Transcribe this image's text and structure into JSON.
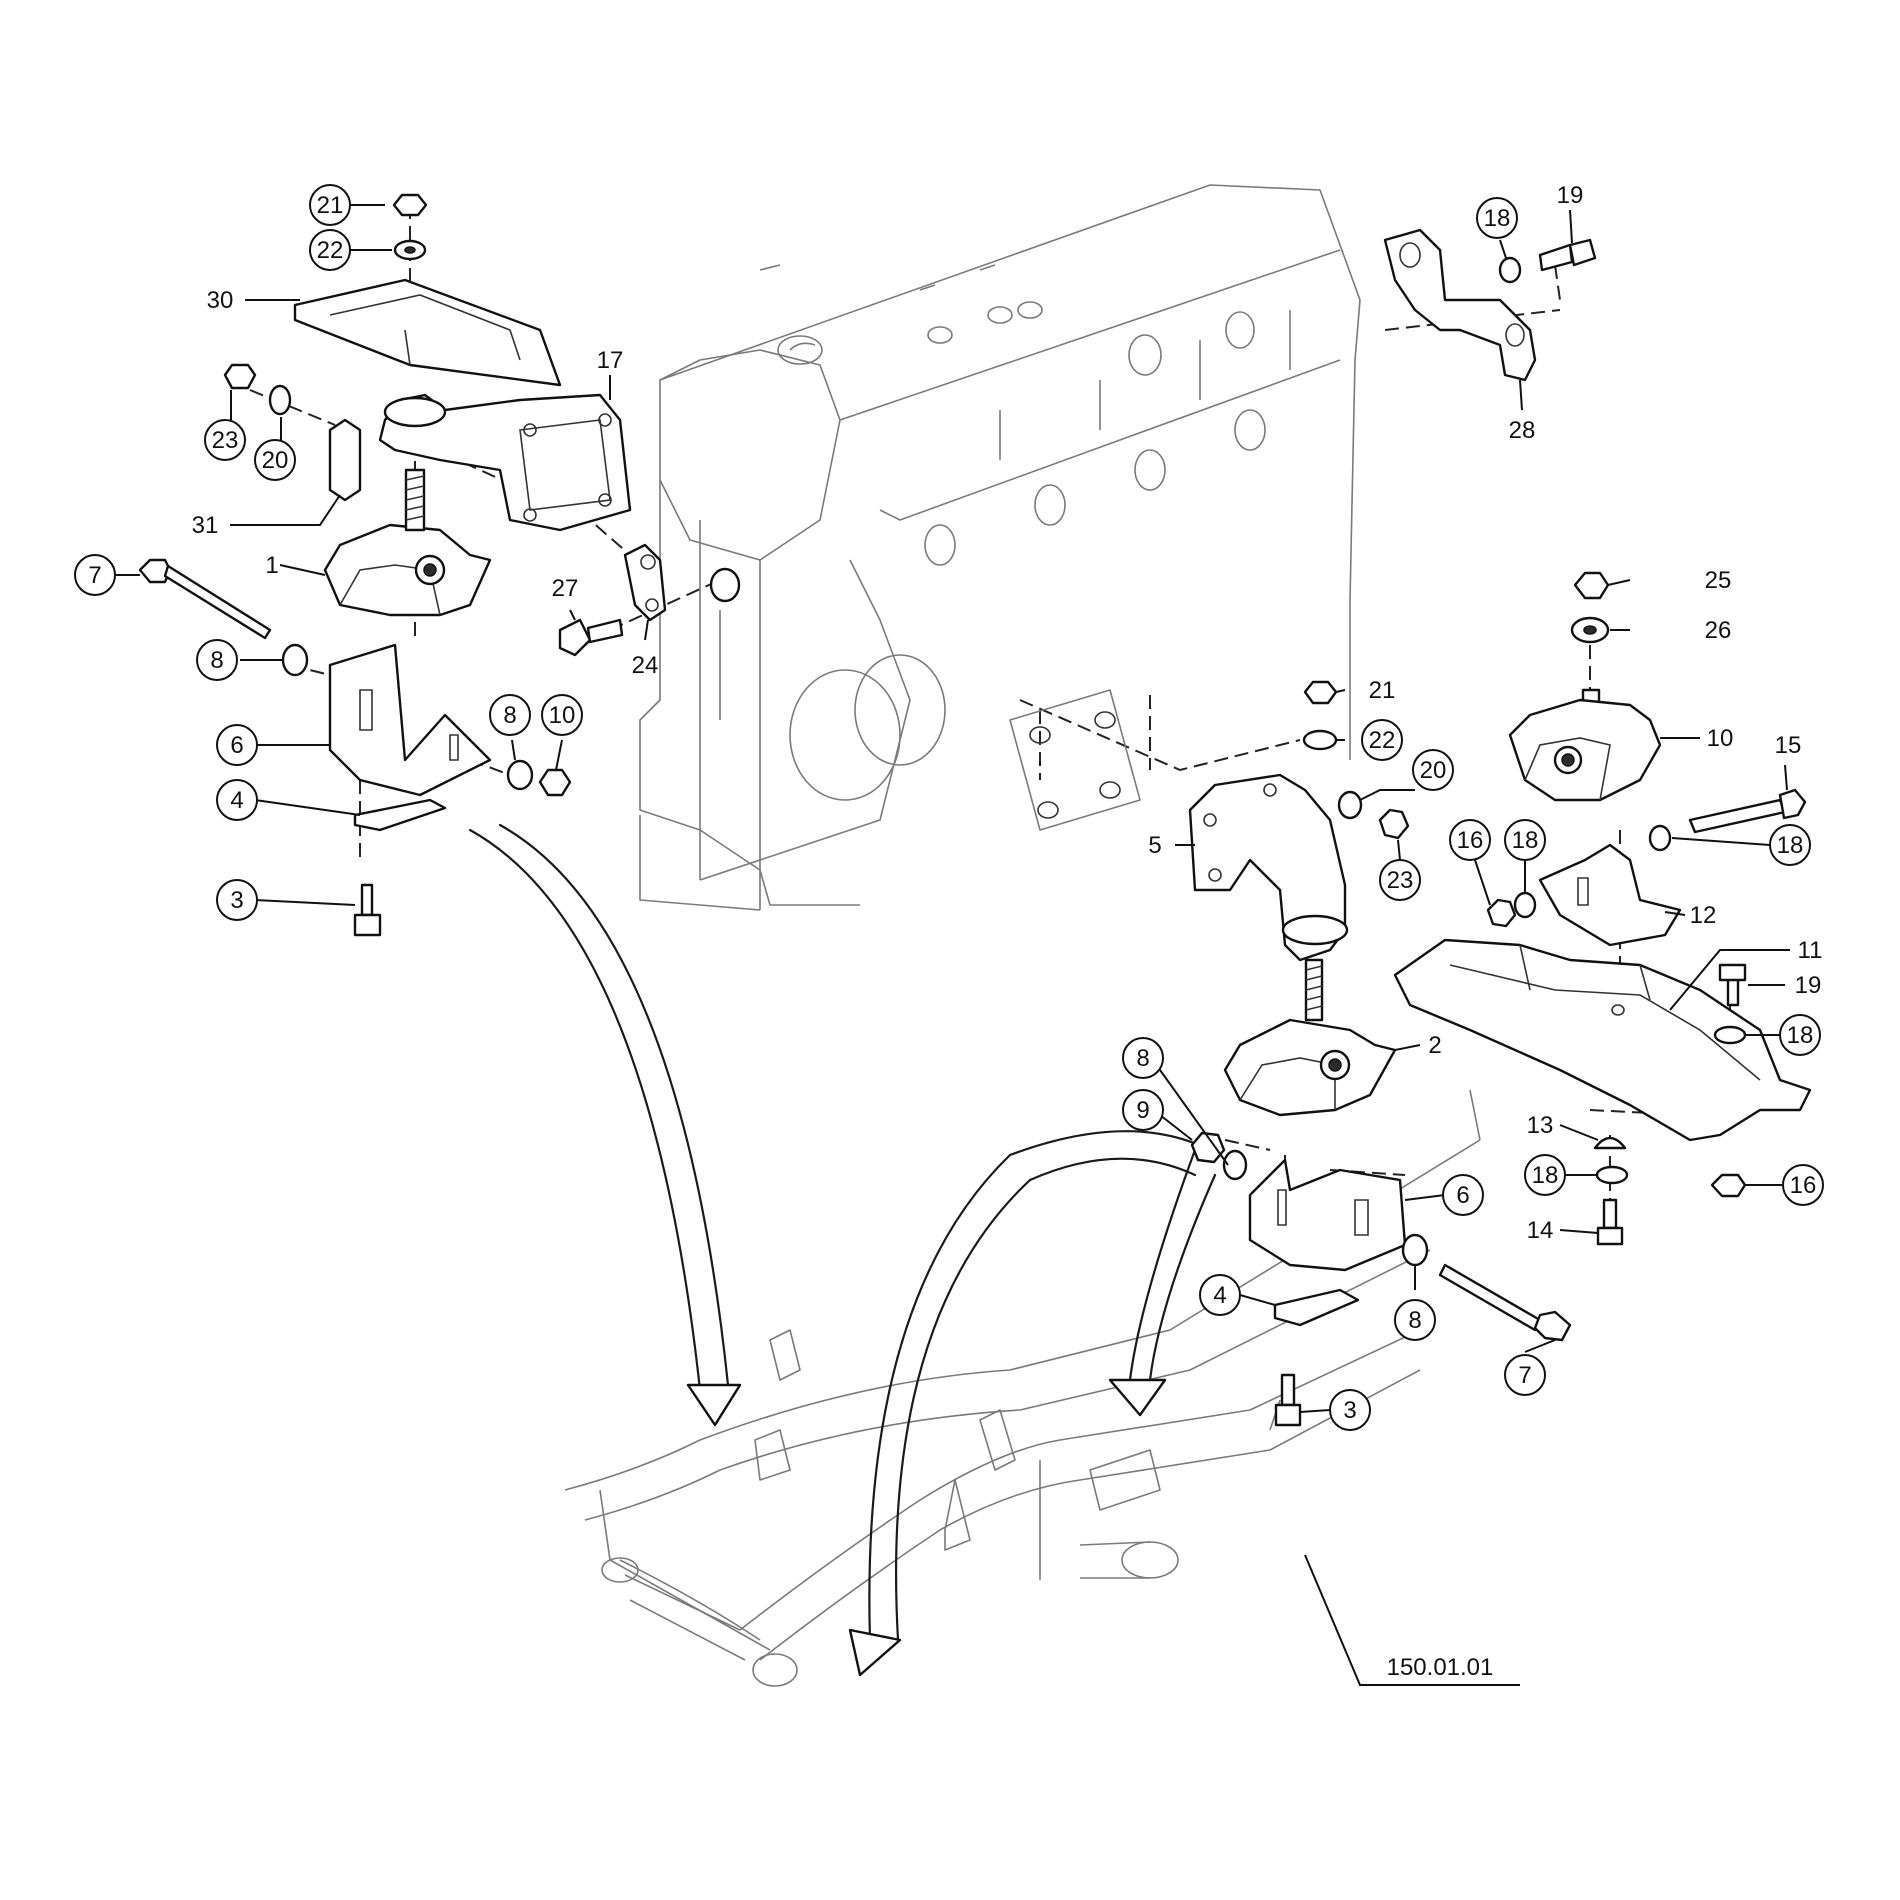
{
  "reference": "150.01.01",
  "callouts": [
    {
      "id": "c21a",
      "text": "21",
      "circled": true
    },
    {
      "id": "c22a",
      "text": "22",
      "circled": true
    },
    {
      "id": "c30",
      "text": "30",
      "circled": false
    },
    {
      "id": "c17",
      "text": "17",
      "circled": false
    },
    {
      "id": "c23a",
      "text": "23",
      "circled": true
    },
    {
      "id": "c20a",
      "text": "20",
      "circled": true
    },
    {
      "id": "c31",
      "text": "31",
      "circled": false
    },
    {
      "id": "c1",
      "text": "1",
      "circled": false
    },
    {
      "id": "c7a",
      "text": "7",
      "circled": true
    },
    {
      "id": "c8a",
      "text": "8",
      "circled": true
    },
    {
      "id": "c6a",
      "text": "6",
      "circled": true
    },
    {
      "id": "c8b",
      "text": "8",
      "circled": true
    },
    {
      "id": "c10a",
      "text": "10",
      "circled": true
    },
    {
      "id": "c4a",
      "text": "4",
      "circled": true
    },
    {
      "id": "c3a",
      "text": "3",
      "circled": true
    },
    {
      "id": "c27",
      "text": "27",
      "circled": false
    },
    {
      "id": "c24",
      "text": "24",
      "circled": false
    },
    {
      "id": "c18a",
      "text": "18",
      "circled": true
    },
    {
      "id": "c19a",
      "text": "19",
      "circled": false
    },
    {
      "id": "c28",
      "text": "28",
      "circled": false
    },
    {
      "id": "c25",
      "text": "25",
      "circled": false
    },
    {
      "id": "c26",
      "text": "26",
      "circled": false
    },
    {
      "id": "c21b",
      "text": "21",
      "circled": false
    },
    {
      "id": "c22b",
      "text": "22",
      "circled": true
    },
    {
      "id": "c20b",
      "text": "20",
      "circled": true
    },
    {
      "id": "c10b",
      "text": "10",
      "circled": false
    },
    {
      "id": "c15",
      "text": "15",
      "circled": false
    },
    {
      "id": "c5",
      "text": "5",
      "circled": false
    },
    {
      "id": "c23b",
      "text": "23",
      "circled": true
    },
    {
      "id": "c16a",
      "text": "16",
      "circled": true
    },
    {
      "id": "c18b",
      "text": "18",
      "circled": true
    },
    {
      "id": "c18c",
      "text": "18",
      "circled": true
    },
    {
      "id": "c12",
      "text": "12",
      "circled": false
    },
    {
      "id": "c11",
      "text": "11",
      "circled": false
    },
    {
      "id": "c19b",
      "text": "19",
      "circled": false
    },
    {
      "id": "c18d",
      "text": "18",
      "circled": true
    },
    {
      "id": "c2",
      "text": "2",
      "circled": false
    },
    {
      "id": "c8c",
      "text": "8",
      "circled": true
    },
    {
      "id": "c9",
      "text": "9",
      "circled": true
    },
    {
      "id": "c13",
      "text": "13",
      "circled": false
    },
    {
      "id": "c18e",
      "text": "18",
      "circled": true
    },
    {
      "id": "c16b",
      "text": "16",
      "circled": true
    },
    {
      "id": "c14",
      "text": "14",
      "circled": false
    },
    {
      "id": "c6b",
      "text": "6",
      "circled": true
    },
    {
      "id": "c4b",
      "text": "4",
      "circled": true
    },
    {
      "id": "c8d",
      "text": "8",
      "circled": true
    },
    {
      "id": "c7b",
      "text": "7",
      "circled": true
    },
    {
      "id": "c3b",
      "text": "3",
      "circled": true
    }
  ]
}
